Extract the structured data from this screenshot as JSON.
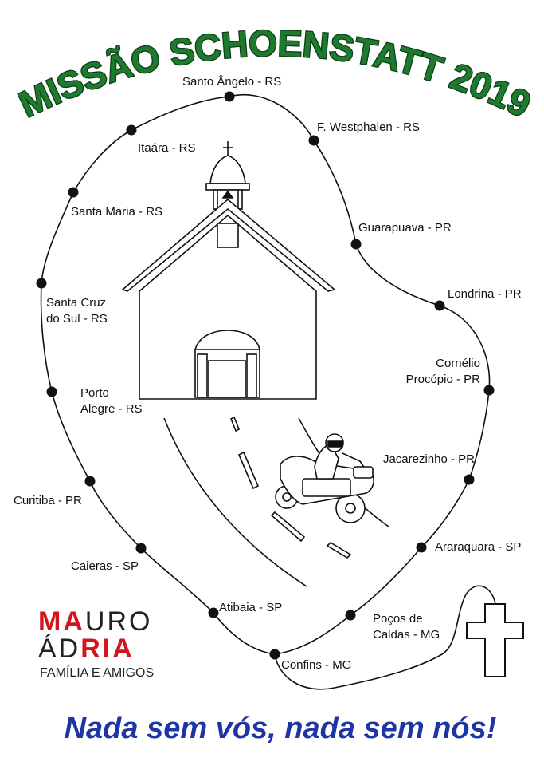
{
  "title": "MISSÃO SCHOENSTATT 2019",
  "colors": {
    "title_green": "#1e7a2e",
    "title_outline": "#0c3d14",
    "logo_red": "#d4141c",
    "logo_dark": "#222222",
    "motto_blue": "#1f35a6",
    "line": "#111111"
  },
  "route_stops": [
    {
      "label_lines": [
        "Santo Ângelo - RS"
      ]
    },
    {
      "label_lines": [
        "F. Westphalen - RS"
      ]
    },
    {
      "label_lines": [
        "Guarapuava - PR"
      ]
    },
    {
      "label_lines": [
        "Londrina - PR"
      ]
    },
    {
      "label_lines": [
        "Cornélio",
        "Procópio - PR"
      ]
    },
    {
      "label_lines": [
        "Jacarezinho - PR"
      ]
    },
    {
      "label_lines": [
        "Araraquara - SP"
      ]
    },
    {
      "label_lines": [
        "Poços de",
        "Caldas - MG"
      ]
    },
    {
      "label_lines": [
        "Confins - MG"
      ]
    },
    {
      "label_lines": [
        "Atibaia - SP"
      ]
    },
    {
      "label_lines": [
        "Caieras - SP"
      ]
    },
    {
      "label_lines": [
        "Curitiba - PR"
      ]
    },
    {
      "label_lines": [
        "Porto",
        "Alegre - RS"
      ]
    },
    {
      "label_lines": [
        "Santa Cruz",
        "do Sul - RS"
      ]
    },
    {
      "label_lines": [
        "Santa Maria - RS"
      ]
    },
    {
      "label_lines": [
        "Itaára - RS"
      ]
    }
  ],
  "logo": {
    "line1_red": "MA",
    "line1_dark": "URO",
    "line2_dark": "ÁD",
    "line2_red": "RIA",
    "subtitle": "FAMÍLIA E AMIGOS"
  },
  "motto": "Nada sem vós, nada sem nós!",
  "icons": [
    "church-icon",
    "motorcyclist-icon",
    "cross-icon",
    "road-icon"
  ]
}
